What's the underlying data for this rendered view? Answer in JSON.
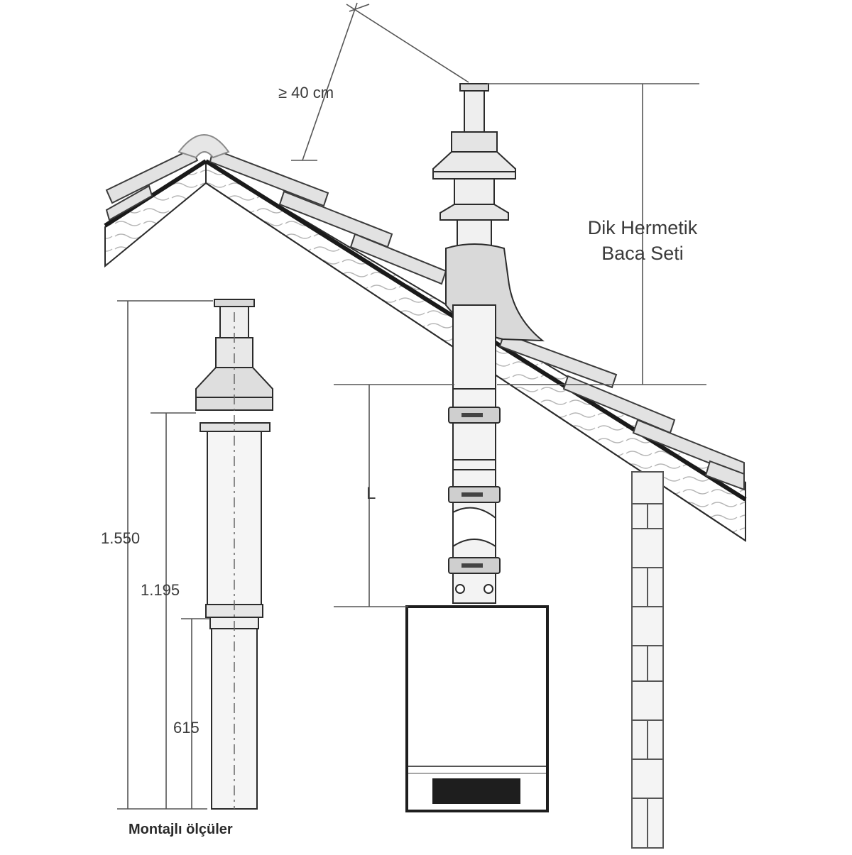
{
  "labels": {
    "clearance": "≥ 40 cm",
    "set_title": {
      "line1": "Dik Hermetik",
      "line2": "Baca Seti"
    },
    "dim_total_height": "1.550",
    "dim_mid_height": "1.195",
    "dim_lower_height": "615",
    "dim_length": "L",
    "caption": "Montajlı ölçüler"
  },
  "colors": {
    "line": "#2b2b2b",
    "dimension_line": "#555555",
    "roof_fill": "#eeeeee",
    "tile_fill": "#d9d9d9",
    "metal_fill": "#e4e4e4",
    "boiler_panel": "#1e1e1e"
  }
}
